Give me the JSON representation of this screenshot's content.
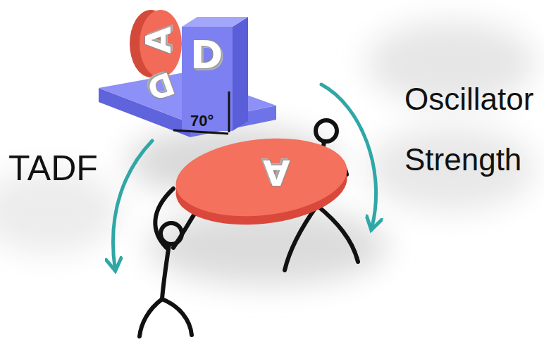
{
  "diagram": {
    "nodes": [
      {
        "text": [
          "A"
        ]
      },
      {
        "text": [
          "D"
        ]
      },
      {
        "text": [
          "D"
        ]
      },
      {
        "text": [
          "A"
        ]
      }
    ],
    "labels": [
      "70°",
      "TADF",
      "Oscillator Strength"
    ]
  }
}
